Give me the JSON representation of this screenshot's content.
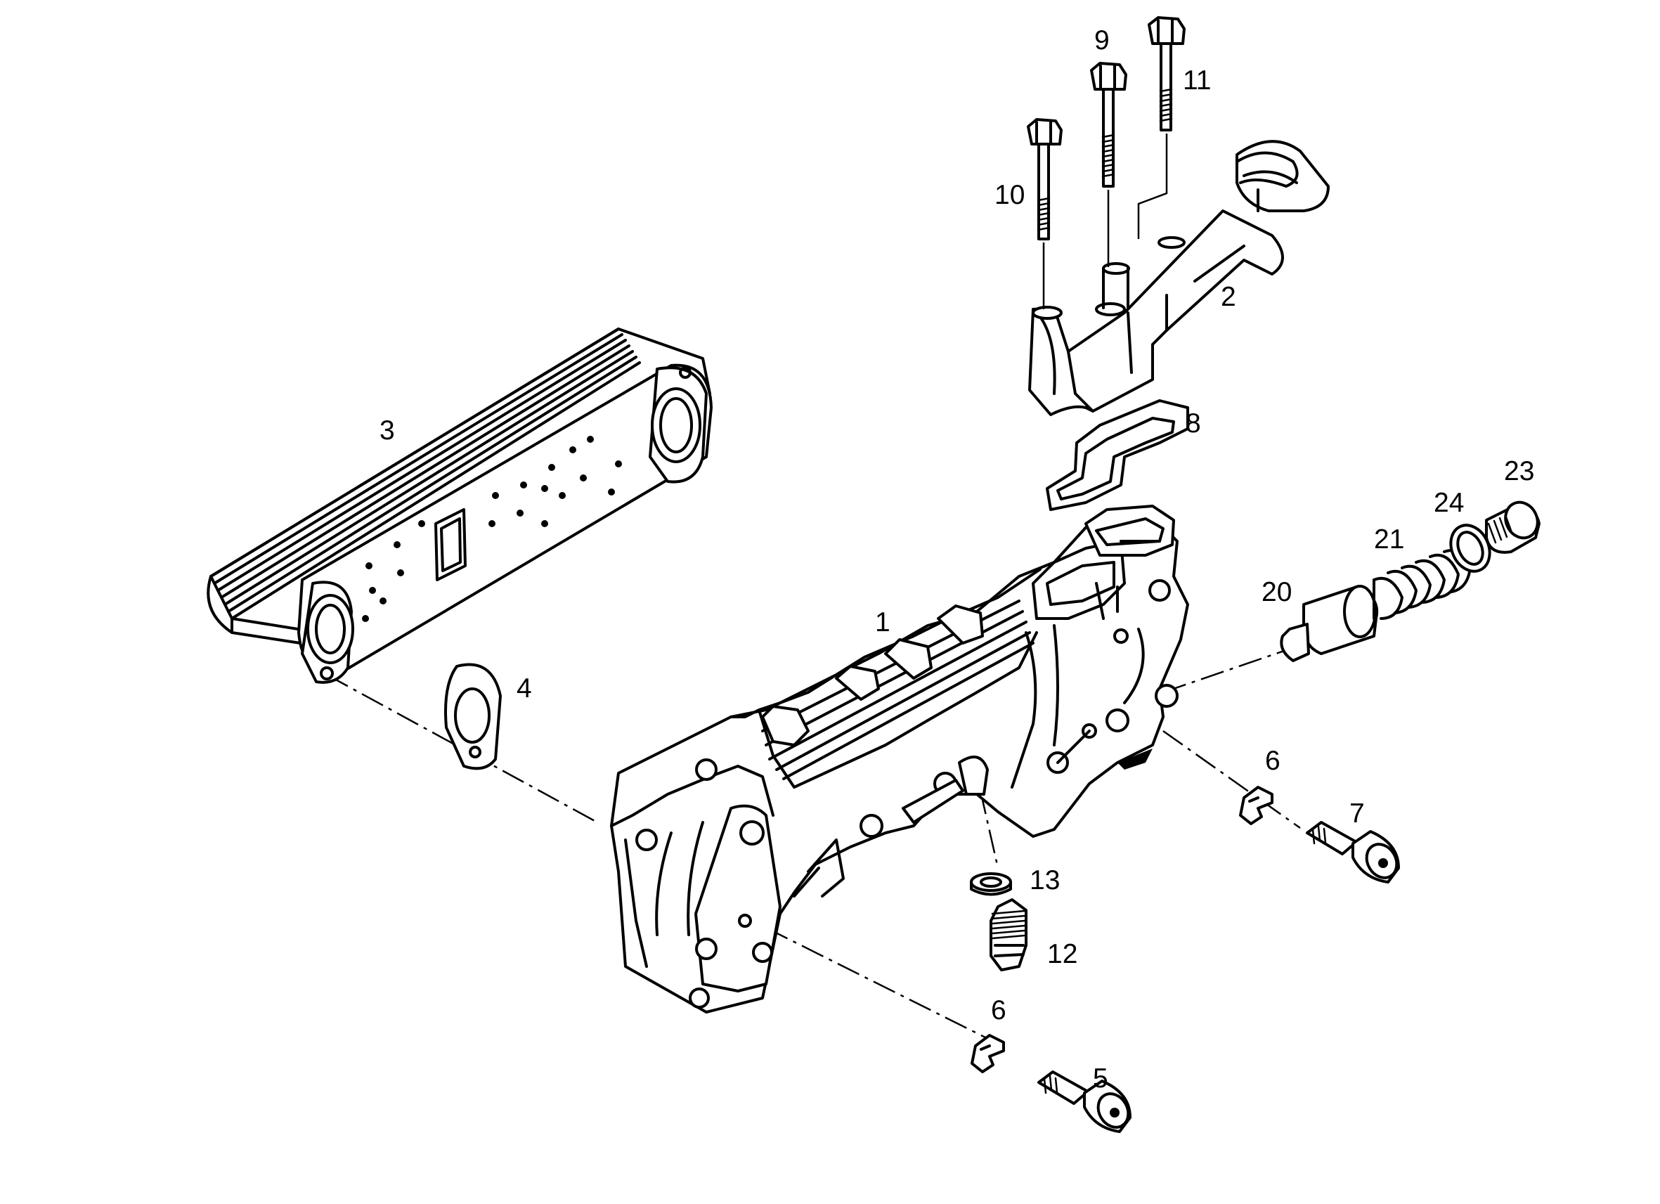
{
  "diagram": {
    "type": "exploded-parts-view",
    "callouts": [
      {
        "id": "1",
        "label": "1",
        "part": "housing"
      },
      {
        "id": "2",
        "label": "2",
        "part": "pipe"
      },
      {
        "id": "3",
        "label": "3",
        "part": "oil-cooler"
      },
      {
        "id": "4",
        "label": "4",
        "part": "gasket-cooler"
      },
      {
        "id": "5",
        "label": "5",
        "part": "bolt-lower"
      },
      {
        "id": "6a",
        "label": "6",
        "part": "washer-right"
      },
      {
        "id": "6b",
        "label": "6",
        "part": "washer-lower"
      },
      {
        "id": "7",
        "label": "7",
        "part": "bolt-right"
      },
      {
        "id": "8",
        "label": "8",
        "part": "gasket-pipe"
      },
      {
        "id": "9",
        "label": "9",
        "part": "bolt-long-middle"
      },
      {
        "id": "10",
        "label": "10",
        "part": "bolt-short-left"
      },
      {
        "id": "11",
        "label": "11",
        "part": "bolt-long-right"
      },
      {
        "id": "12",
        "label": "12",
        "part": "plug-drain"
      },
      {
        "id": "13",
        "label": "13",
        "part": "seal-ring-drain"
      },
      {
        "id": "20",
        "label": "20",
        "part": "valve-piston"
      },
      {
        "id": "21",
        "label": "21",
        "part": "spring"
      },
      {
        "id": "23",
        "label": "23",
        "part": "plug-valve"
      },
      {
        "id": "24",
        "label": "24",
        "part": "seal-ring-valve"
      }
    ]
  }
}
